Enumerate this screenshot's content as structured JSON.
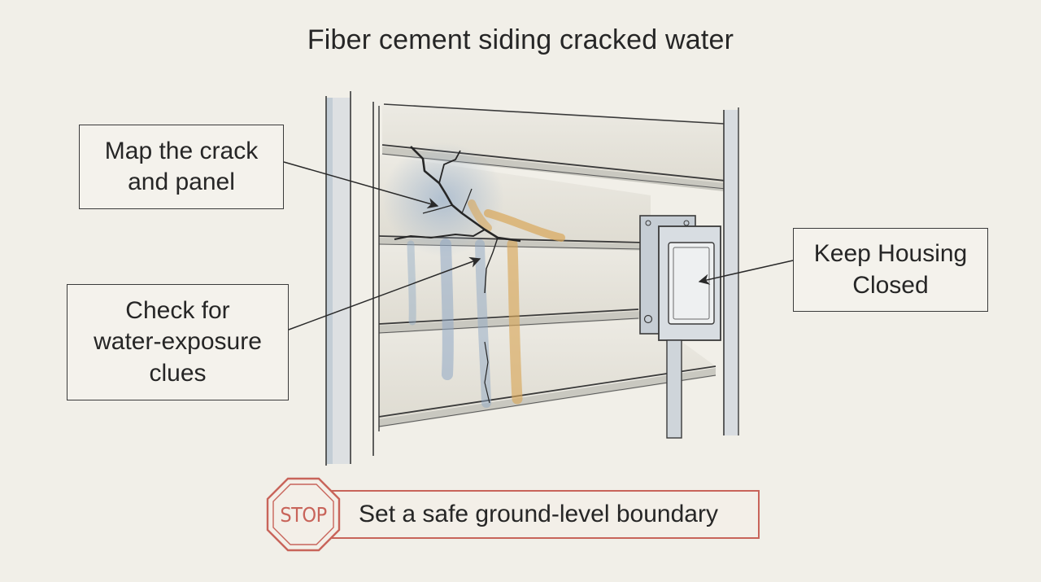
{
  "title": "Fiber cement siding cracked water",
  "callouts": {
    "map_crack": [
      "Map the crack",
      "and panel"
    ],
    "water_clues": [
      "Check for",
      "water-exposure",
      "clues"
    ],
    "keep_closed": [
      "Keep Housing",
      "Closed"
    ]
  },
  "stop_banner": {
    "sign_label": "STOP",
    "text": "Set a safe ground-level boundary"
  },
  "colors": {
    "background": "#f1efe8",
    "ink": "#2a2a2a",
    "water_stain_blue": "#8fa8c4",
    "rust_stain": "#d9a75a",
    "stop_red": "#c8645a"
  },
  "icons": {
    "stop_sign": "stop-octagon-icon",
    "outlet_housing": "electrical-box-icon"
  }
}
